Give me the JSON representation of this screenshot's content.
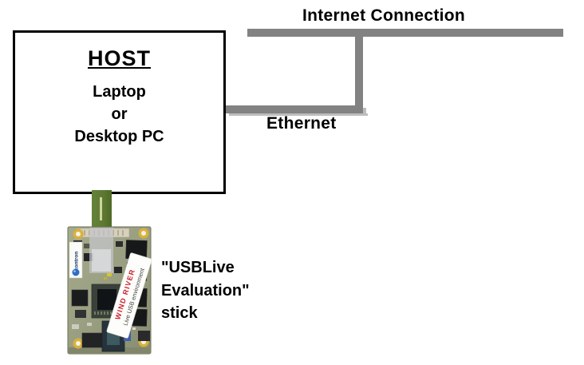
{
  "host_box": {
    "title": "HOST",
    "lines": [
      "Laptop",
      "or",
      "Desktop PC"
    ]
  },
  "connections": {
    "internet_label": "Internet Connection",
    "ethernet_label": "Ethernet"
  },
  "stick": {
    "caption_lines": [
      "\"USBLive",
      "Evaluation\"",
      "stick"
    ],
    "board_label_line1": "WIND RIVER",
    "board_label_line2": "Live USB environment",
    "vendor_logo_text": "kontron"
  },
  "colors": {
    "line_gray": "#828282",
    "line_shadow_gray": "#bdbdbd",
    "connector_green": "#5d7a31",
    "connector_slot": "#ced49c",
    "pcb_base_green": "#9aa083",
    "wind_river_red": "#cc2229",
    "mounting_hole_gold": "#d9b13b",
    "kontron_blue": "#2e6fc4"
  }
}
